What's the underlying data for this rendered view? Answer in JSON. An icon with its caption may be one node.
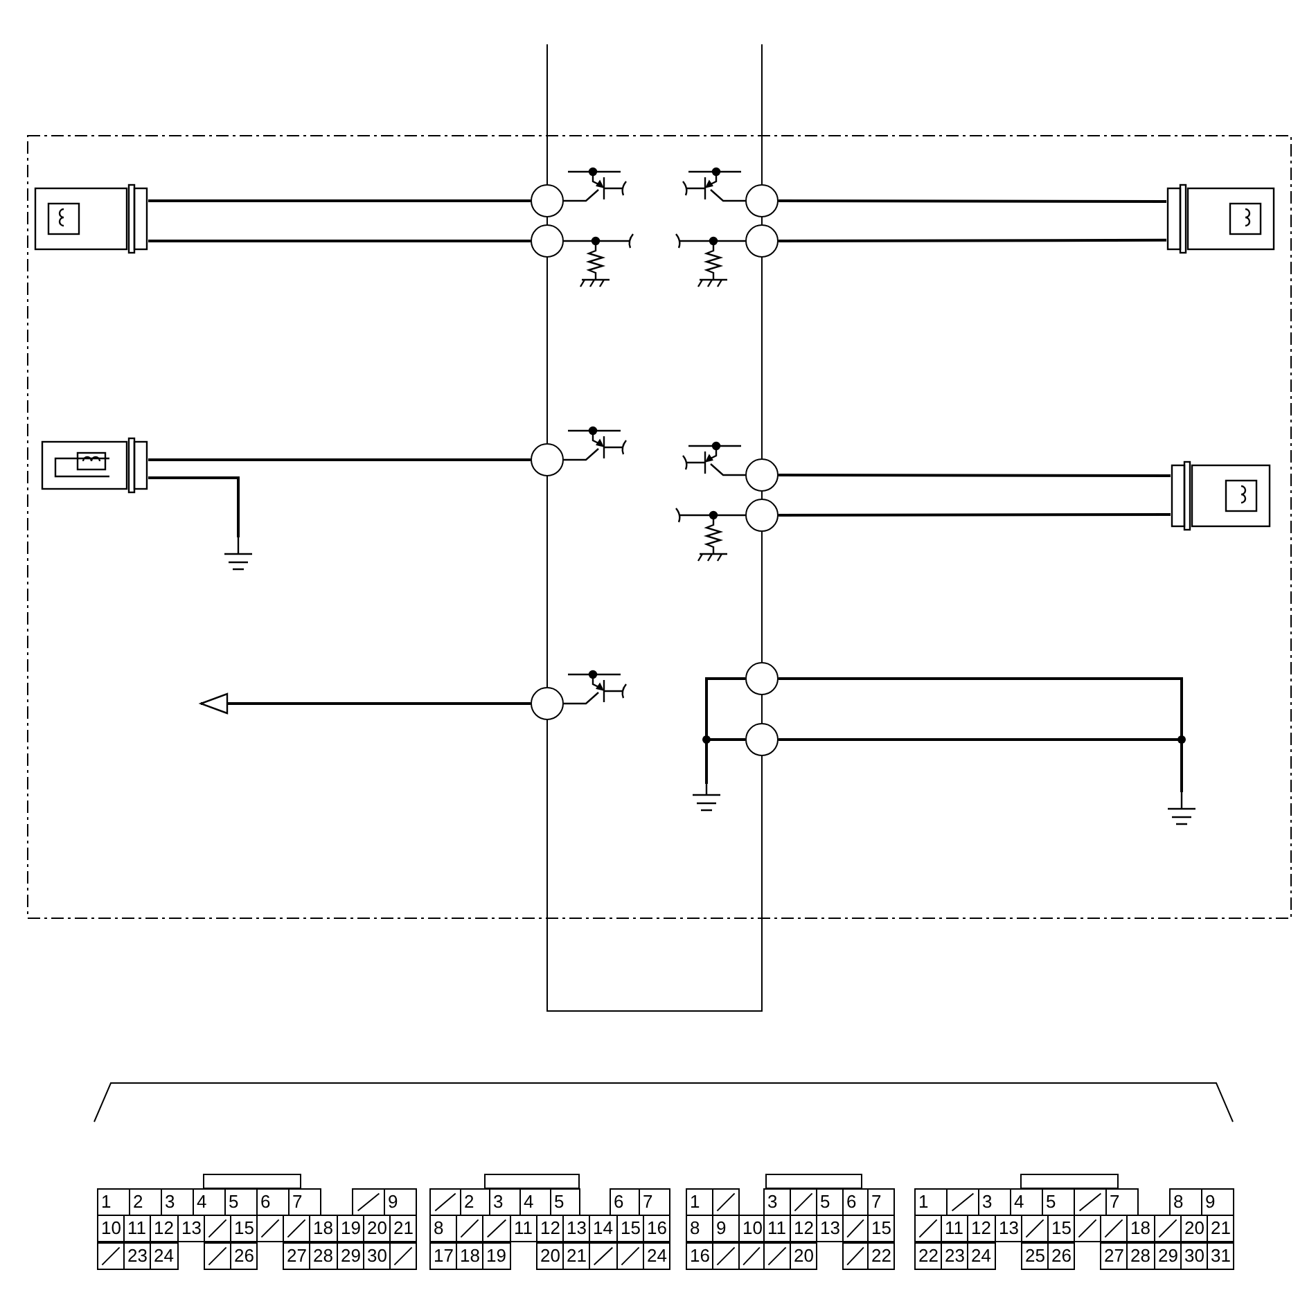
{
  "diagram": {
    "nodes": [
      {
        "text": [],
        "shape": "picture"
      },
      {
        "text": [],
        "shape": "circle"
      },
      {
        "text": [],
        "shape": "circle"
      },
      {
        "text": [],
        "shape": "picture"
      },
      {
        "text": [],
        "shape": "circle"
      },
      {
        "text": [],
        "shape": "circle"
      },
      {
        "text": [],
        "shape": "picture"
      },
      {
        "text": [],
        "shape": "circle"
      },
      {
        "text": [],
        "shape": "circle"
      },
      {
        "text": [],
        "shape": "picture"
      },
      {
        "text": [],
        "shape": "circle"
      },
      {
        "text": [],
        "shape": "ground"
      },
      {
        "text": [],
        "shape": "circle"
      },
      {
        "text": [],
        "shape": "circle"
      },
      {
        "text": [],
        "shape": "circle"
      },
      {
        "text": [],
        "shape": "ground"
      },
      {
        "text": [],
        "shape": "ground"
      }
    ],
    "edges": [
      {
        "from": 0,
        "to": 1,
        "arrow": "none"
      },
      {
        "from": 0,
        "to": 4,
        "arrow": "none"
      },
      {
        "from": 2,
        "to": 3,
        "arrow": "none"
      },
      {
        "from": 5,
        "to": 3,
        "arrow": "none"
      },
      {
        "from": 6,
        "to": 7,
        "arrow": "none"
      },
      {
        "from": 6,
        "to": 11,
        "arrow": "none"
      },
      {
        "from": 8,
        "to": 9,
        "arrow": "none"
      },
      {
        "from": 10,
        "to": 9,
        "arrow": "none"
      },
      {
        "from": 13,
        "to": null,
        "arrow": "to"
      },
      {
        "from": 12,
        "to": 16,
        "arrow": "none"
      },
      {
        "from": 14,
        "to": 16,
        "arrow": "none"
      },
      {
        "from": 12,
        "to": 15,
        "arrow": "none"
      },
      {
        "from": 14,
        "to": 15,
        "arrow": "none"
      }
    ],
    "labels": [
      "1",
      "2",
      "3",
      "4",
      "5",
      "6",
      "7",
      "9",
      "10",
      "11",
      "12",
      "13",
      "15",
      "18",
      "19",
      "20",
      "21",
      "23",
      "24",
      "26",
      "27",
      "28",
      "29",
      "30",
      "2",
      "3",
      "4",
      "5",
      "6",
      "7",
      "8",
      "11",
      "12",
      "13",
      "14",
      "15",
      "16",
      "17",
      "18",
      "19",
      "20",
      "21",
      "24",
      "1",
      "3",
      "5",
      "6",
      "7",
      "8",
      "9",
      "10",
      "11",
      "12",
      "13",
      "15",
      "16",
      "20",
      "22",
      "1",
      "3",
      "4",
      "5",
      "7",
      "8",
      "9",
      "11",
      "12",
      "13",
      "15",
      "18",
      "20",
      "21",
      "22",
      "23",
      "24",
      "25",
      "26",
      "27",
      "28",
      "29",
      "30",
      "31"
    ]
  }
}
